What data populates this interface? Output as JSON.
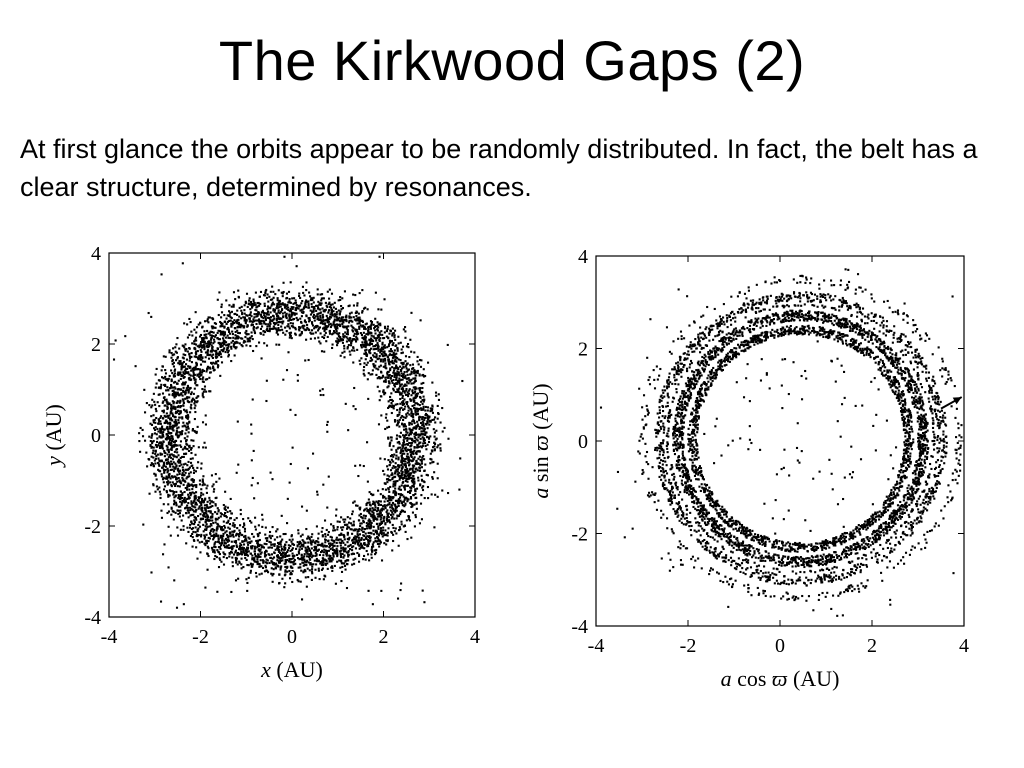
{
  "slide": {
    "title": "The Kirkwood Gaps (2)",
    "body": "At first glance the orbits appear to be randomly distributed. In fact, the belt has a clear structure, determined by resonances."
  },
  "chart_data": [
    {
      "type": "scatter",
      "title": "",
      "xlabel": {
        "var": "x",
        "unit": "(AU)"
      },
      "ylabel": {
        "var": "y",
        "unit": "(AU)"
      },
      "xlim": [
        -4,
        4
      ],
      "ylim": [
        -4,
        4
      ],
      "xticks": [
        "-4",
        "-2",
        "0",
        "2",
        "4"
      ],
      "yticks": [
        "-4",
        "-2",
        "0",
        "2",
        "4"
      ],
      "grid": false,
      "marker_color": "#000000",
      "description_of_points": "asteroid positions in heliocentric x-y plane, annulus centred at (0,0)",
      "distribution": {
        "center": [
          0,
          0
        ],
        "ring_inner_radius": 2.0,
        "ring_outer_radius": 3.4,
        "ring_count": 5200,
        "inner_sparse_count": 70,
        "outer_sparse_count": 110
      }
    },
    {
      "type": "scatter",
      "title": "",
      "xlabel": {
        "var": "a",
        "func": "cos",
        "sym": "ϖ",
        "unit": "(AU)"
      },
      "ylabel": {
        "var": "a",
        "func": "sin",
        "sym": "ϖ",
        "unit": "(AU)"
      },
      "xlim": [
        -4,
        4
      ],
      "ylim": [
        -4,
        4
      ],
      "xticks": [
        "-4",
        "-2",
        "0",
        "2",
        "4"
      ],
      "yticks": [
        "-4",
        "-2",
        "0",
        "2",
        "4"
      ],
      "grid": false,
      "marker_color": "#000000",
      "description_of_points": "asteroids in a·cosϖ / a·sinϖ coordinates, concentric rings offset to positive x",
      "distribution": {
        "center": [
          0.45,
          0.05
        ],
        "rings": [
          {
            "r_min": 2.25,
            "r_max": 2.45,
            "count": 1500
          },
          {
            "r_min": 2.55,
            "r_max": 2.78,
            "count": 1900
          },
          {
            "r_min": 2.86,
            "r_max": 2.92,
            "count": 280
          },
          {
            "r_min": 2.97,
            "r_max": 3.18,
            "count": 1000
          },
          {
            "r_min": 3.35,
            "r_max": 3.55,
            "count": 300
          }
        ],
        "inner_sparse_count": 90,
        "outer_sparse_count": 80
      },
      "annotation": {
        "type": "arrow",
        "from": [
          3.5,
          0.7
        ],
        "to": [
          3.95,
          0.95
        ]
      }
    }
  ]
}
